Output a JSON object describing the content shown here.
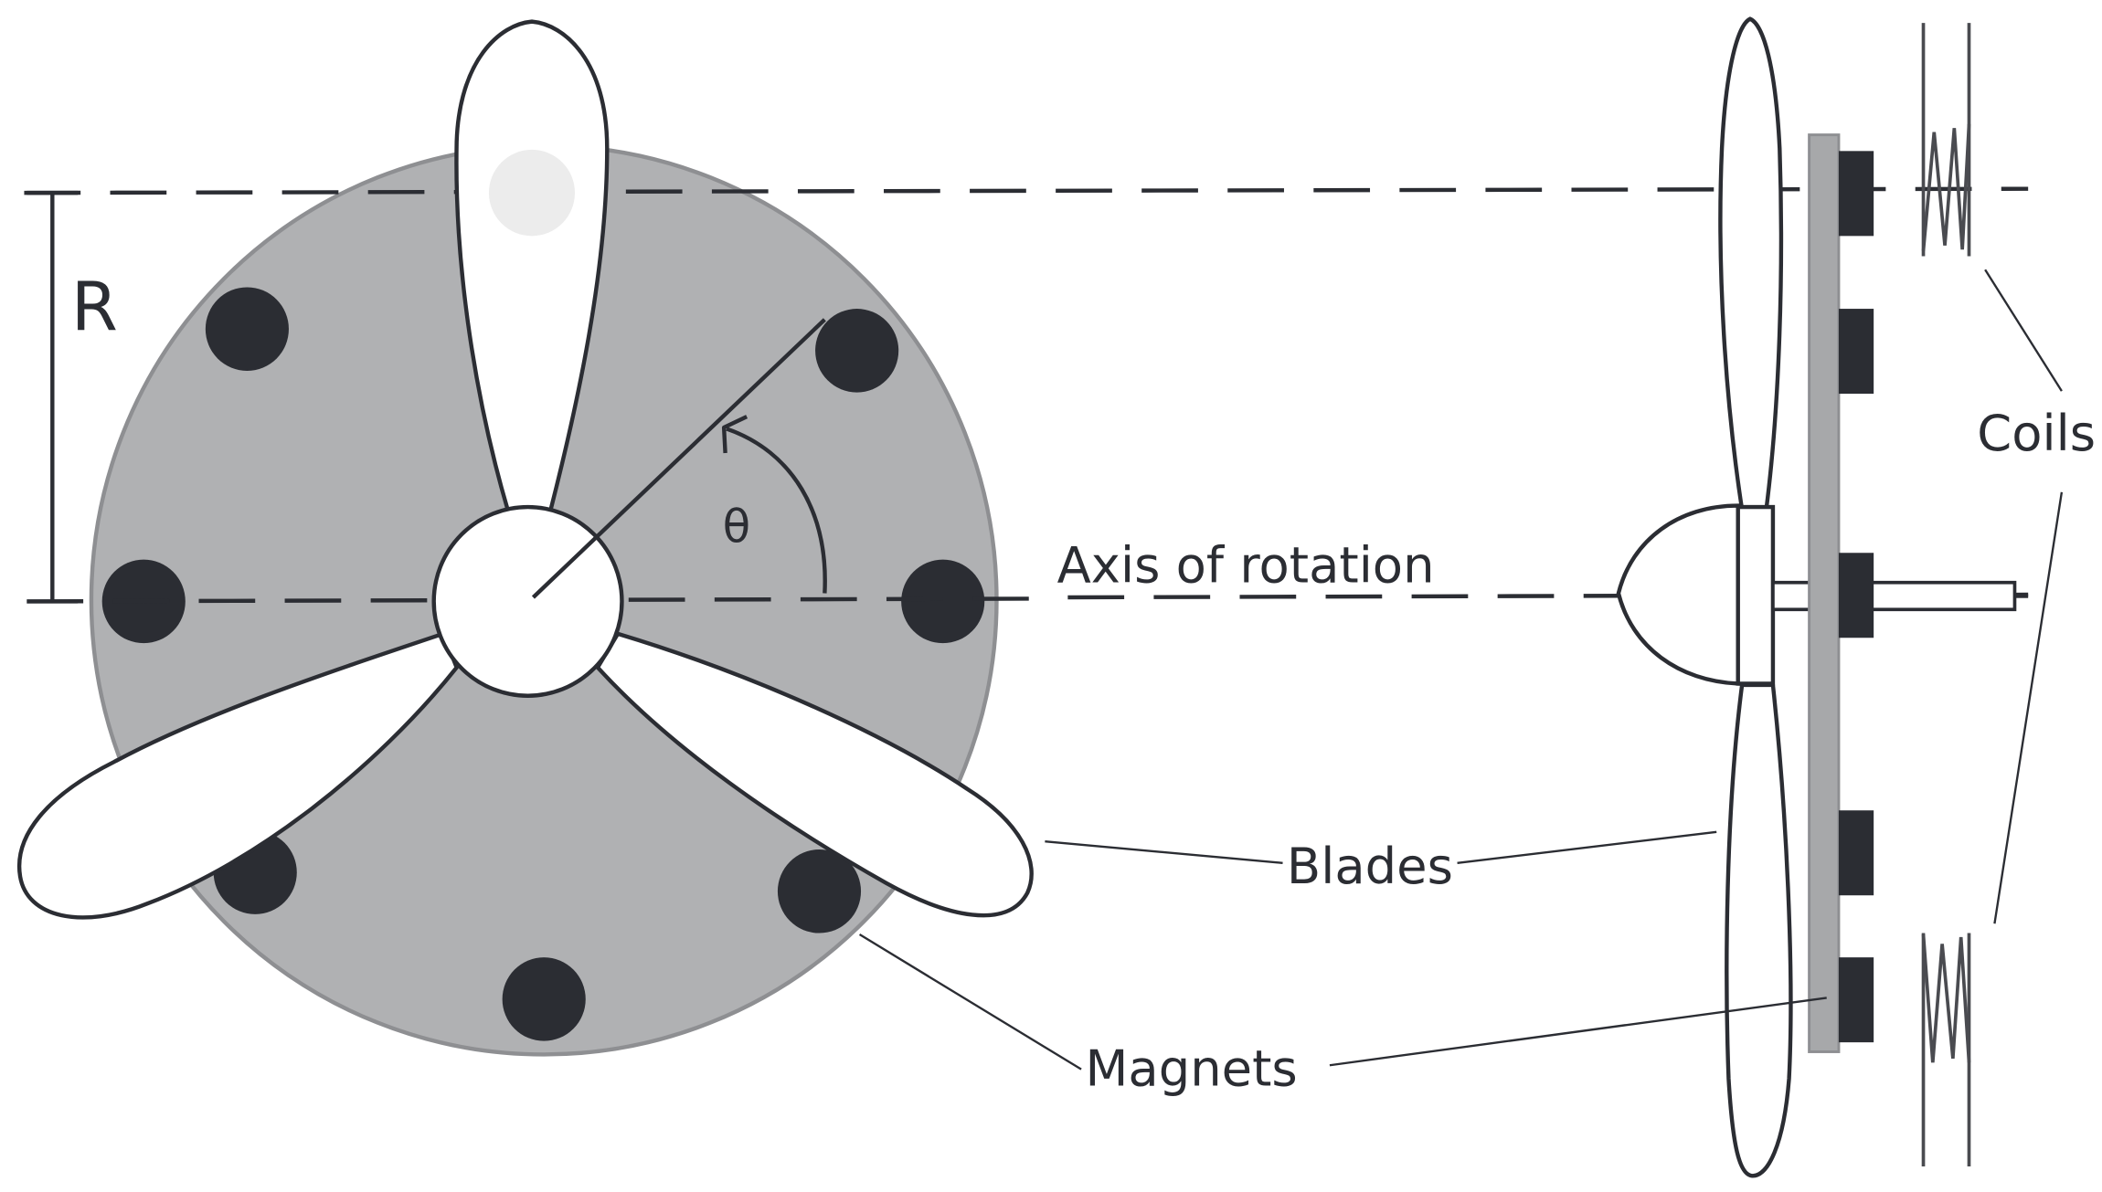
{
  "labels": {
    "radius": "R",
    "angle": "θ",
    "axis": "Axis of rotation",
    "coils": "Coils",
    "blades": "Blades",
    "magnets": "Magnets"
  },
  "colors": {
    "disc": "#b0b1b3",
    "disc_stroke": "#8e8f92",
    "magnet": "#2b2d33",
    "blade_fill": "#ffffff",
    "outline": "#2b2d33",
    "plate": "#a7a8aa",
    "highlight": "#ececec",
    "coil": "#4a4b50"
  }
}
